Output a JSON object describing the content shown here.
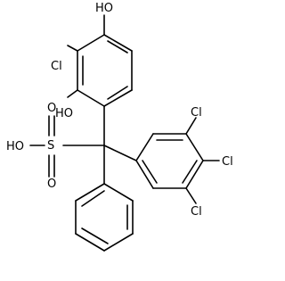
{
  "labels": {
    "oh_top": "HO",
    "cl_ring": "Cl",
    "oh_left": "HO",
    "cl_3": "Cl",
    "cl_4": "Cl",
    "cl_5": "Cl",
    "s": "S",
    "o_top": "O",
    "o_bottom": "O",
    "s_oh": "HO"
  }
}
